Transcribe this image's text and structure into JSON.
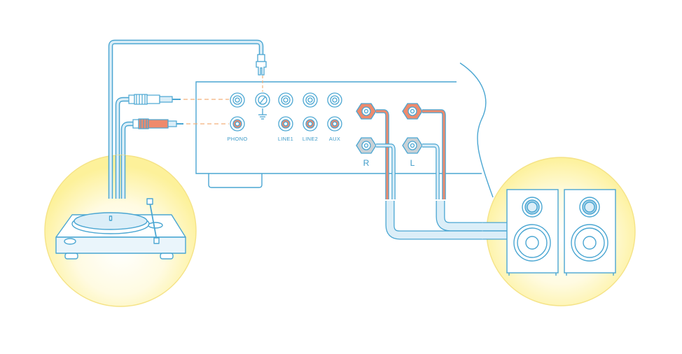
{
  "diagram": {
    "amplifier": {
      "input_labels": [
        "PHONO",
        "LINE1",
        "LINE2",
        "AUX"
      ],
      "channel_labels": [
        "R",
        "L"
      ]
    },
    "colors": {
      "outline": "#4aa6d2",
      "accent": "#ef8a6c",
      "glow": "#fbeb7a",
      "cable": "#dbeef8",
      "terminal": "#c9d1d6"
    },
    "icons": [
      "turntable-icon",
      "speaker-icon",
      "ground-icon",
      "rca-plug-icon",
      "spade-connector-icon"
    ]
  }
}
